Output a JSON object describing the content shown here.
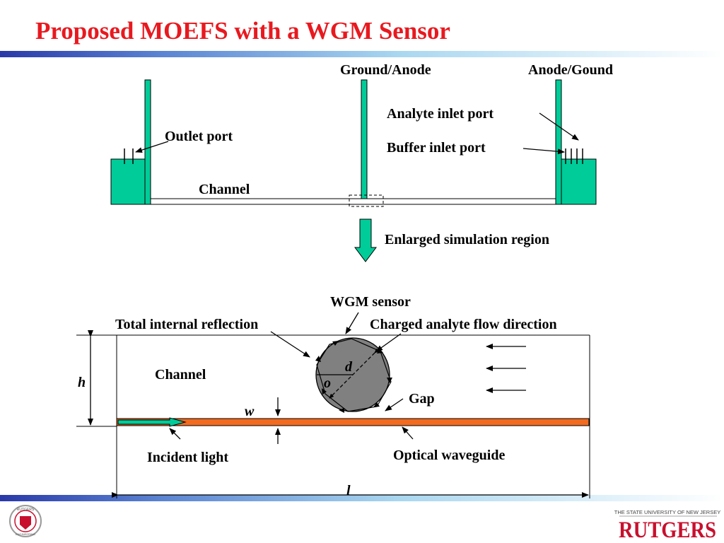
{
  "title": "Proposed MOEFS with a WGM Sensor",
  "top_diagram": {
    "ground_anode": "Ground/Anode",
    "anode_ground": "Anode/Gound",
    "analyte_inlet": "Analyte inlet port",
    "buffer_inlet": "Buffer inlet port",
    "outlet": "Outlet port",
    "channel": "Channel",
    "enlarged": "Enlarged simulation region"
  },
  "bottom_diagram": {
    "wgm_sensor": "WGM sensor",
    "tir": "Total internal reflection",
    "flow_dir": "Charged analyte flow direction",
    "channel": "Channel",
    "h": "h",
    "d": "d",
    "o": "o",
    "w": "w",
    "gap": "Gap",
    "incident": "Incident light",
    "waveguide": "Optical waveguide",
    "l": "l"
  },
  "colors": {
    "title": "#e8191f",
    "teal": "#00cc99",
    "waveguide": "#f26b1f",
    "sphere": "#808080"
  }
}
